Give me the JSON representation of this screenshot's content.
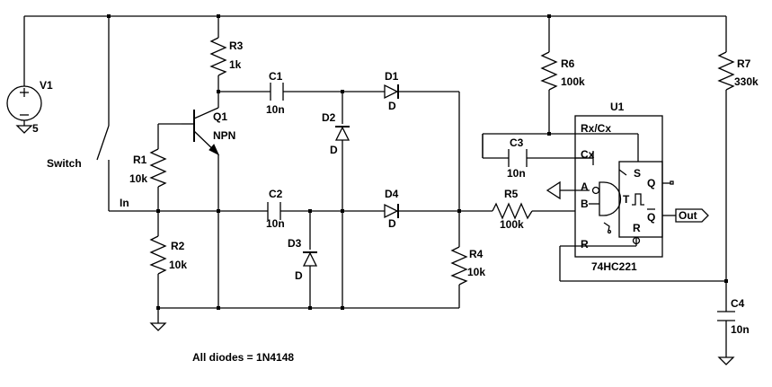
{
  "components": {
    "v1": {
      "ref": "V1",
      "value": "5"
    },
    "switch": {
      "label": "Switch"
    },
    "r1": {
      "ref": "R1",
      "value": "10k"
    },
    "r2": {
      "ref": "R2",
      "value": "10k"
    },
    "r3": {
      "ref": "R3",
      "value": "1k"
    },
    "r4": {
      "ref": "R4",
      "value": "10k"
    },
    "r5": {
      "ref": "R5",
      "value": "100k"
    },
    "r6": {
      "ref": "R6",
      "value": "100k"
    },
    "r7": {
      "ref": "R7",
      "value": "330k"
    },
    "q1": {
      "ref": "Q1",
      "value": "NPN"
    },
    "c1": {
      "ref": "C1",
      "value": "10n"
    },
    "c2": {
      "ref": "C2",
      "value": "10n"
    },
    "c3": {
      "ref": "C3",
      "value": "10n"
    },
    "c4": {
      "ref": "C4",
      "value": "10n"
    },
    "d1": {
      "ref": "D1",
      "value": "D"
    },
    "d2": {
      "ref": "D2",
      "value": "D"
    },
    "d3": {
      "ref": "D3",
      "value": "D"
    },
    "d4": {
      "ref": "D4",
      "value": "D"
    },
    "u1": {
      "ref": "U1",
      "part": "74HC221",
      "pins": {
        "rxcx": "Rx/Cx",
        "cx": "Cx",
        "a": "A",
        "b": "B",
        "r_left": "R",
        "s": "S",
        "t": "T",
        "q": "Q",
        "qbar": "Q",
        "r_right": "R"
      }
    }
  },
  "net_labels": {
    "in": "In",
    "out": "Out"
  },
  "note": "All diodes = 1N4148",
  "colors": {
    "wire": "#000000",
    "background": "#ffffff"
  }
}
